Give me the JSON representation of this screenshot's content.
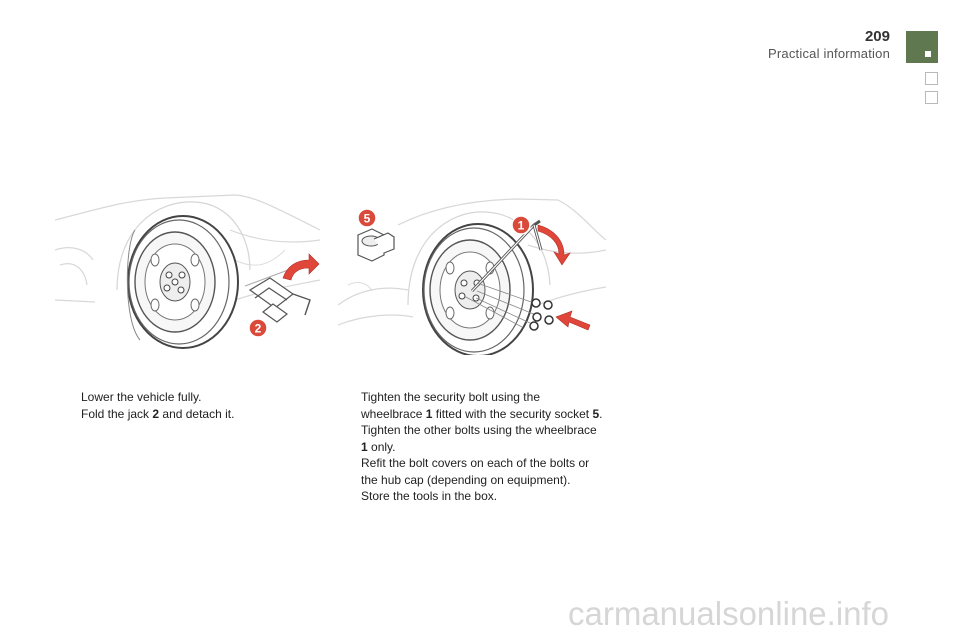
{
  "header": {
    "page_number": "209",
    "section_title": "Practical information"
  },
  "illustrations": {
    "left": {
      "callouts": [
        "2"
      ]
    },
    "right": {
      "callouts": [
        "5",
        "1"
      ]
    }
  },
  "left_column": {
    "items": [
      {
        "parts": [
          "Lower the vehicle fully."
        ]
      },
      {
        "parts": [
          "Fold the jack ",
          "2",
          " and detach it."
        ]
      }
    ]
  },
  "right_column": {
    "items": [
      {
        "parts": [
          "Tighten the security bolt using the wheelbrace ",
          "1",
          " fitted with the security socket ",
          "5",
          "."
        ]
      },
      {
        "parts": [
          "Tighten the other bolts using the wheelbrace ",
          "1",
          " only."
        ]
      },
      {
        "parts": [
          "Refit the bolt covers on each of the bolts or the hub cap (depending on equipment)."
        ]
      },
      {
        "parts": [
          "Store the tools in the box."
        ]
      }
    ]
  },
  "bullet_glyph": "",
  "watermark": "carmanualsonline.info",
  "colors": {
    "tab": "#60784f",
    "callout": "#d94a3a",
    "arrow": "#e0463a"
  }
}
